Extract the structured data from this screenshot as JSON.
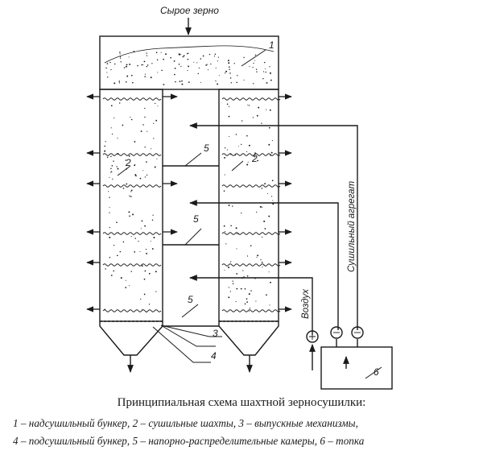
{
  "diagram": {
    "inlet_label": "Сырое зерно",
    "aggregate_label": "Сушильный агрегат",
    "air_label": "Воздух",
    "callouts": [
      "1",
      "2",
      "2",
      "5",
      "5",
      "5",
      "3",
      "4",
      "6"
    ]
  },
  "caption": {
    "title": "Принципиальная схема шахтной зерносушилки:",
    "line1": "1 – надсушильный бункер, 2 – сушильные шахты, 3 – выпускные механизмы,",
    "line2": "4 – подсушильный бункер, 5 – напорно-распределительные камеры, 6 – топка"
  }
}
